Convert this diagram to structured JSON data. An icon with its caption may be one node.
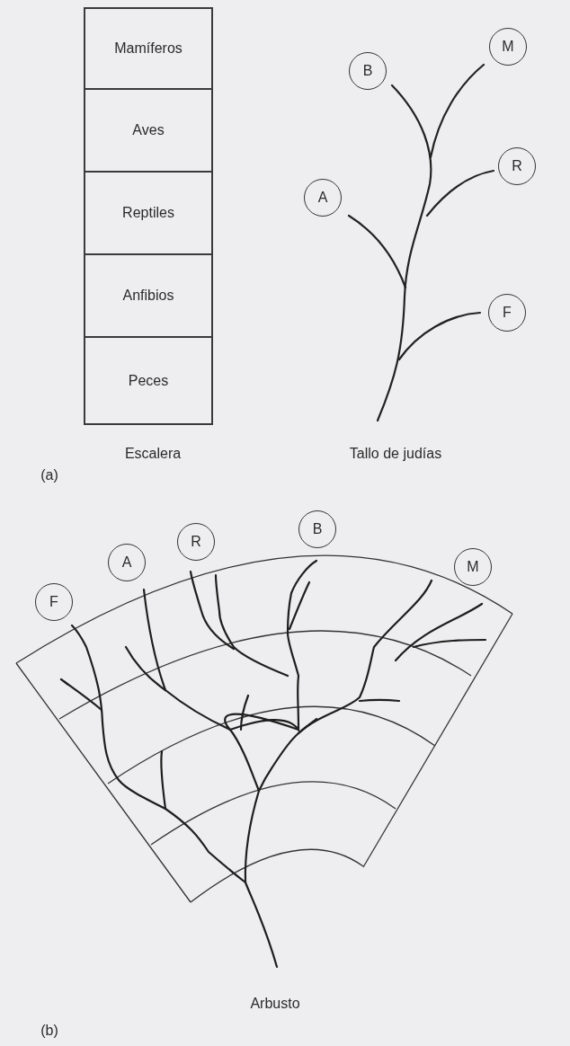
{
  "diagram": {
    "nodes": [
      {
        "text": [
          "Mamíferos"
        ]
      },
      {
        "text": [
          "Aves"
        ]
      },
      {
        "text": [
          "Reptiles"
        ]
      },
      {
        "text": [
          "Anfibios"
        ]
      },
      {
        "text": [
          "Peces"
        ]
      },
      {
        "text": [
          "M"
        ]
      },
      {
        "text": [
          "B"
        ]
      },
      {
        "text": [
          "R"
        ]
      },
      {
        "text": [
          "A"
        ]
      },
      {
        "text": [
          "F"
        ]
      },
      {
        "text": [
          "F"
        ]
      },
      {
        "text": [
          "A"
        ]
      },
      {
        "text": [
          "R"
        ]
      },
      {
        "text": [
          "B"
        ]
      },
      {
        "text": [
          "M"
        ]
      }
    ],
    "labels": [
      "Escalera",
      "Tallo de judías",
      "(a)",
      "Arbusto",
      "(b)"
    ]
  }
}
